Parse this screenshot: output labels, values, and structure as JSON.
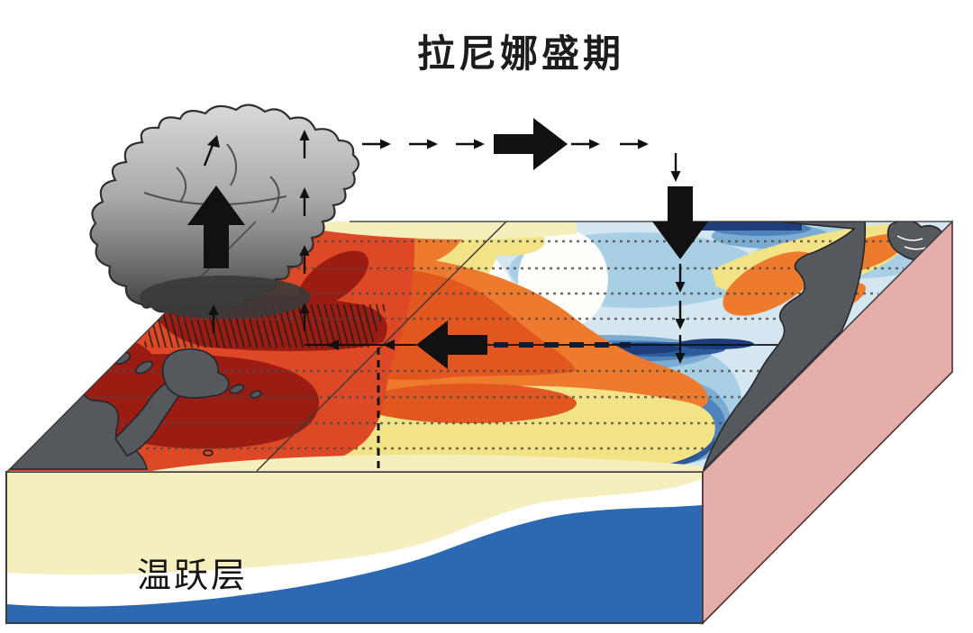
{
  "title": "拉尼娜盛期",
  "labels": {
    "thermocline": "温跃层"
  },
  "icons": {
    "cloud": "cumulonimbus-convection-cloud",
    "updraft": "large-up-arrow",
    "upper_level_flow": "dashed-right-arrow-row",
    "descent": "large-down-arrow",
    "trade_winds": "large-left-arrow",
    "rainfall": "diagonal-hatch-shading"
  },
  "colors": {
    "maroon": "#9b1c12",
    "red": "#dd4826",
    "orange": "#ee7b2d",
    "orange_deep": "#e2571f",
    "yellow": "#f1e386",
    "pale_yellow": "#f5efbe",
    "sea_white": "#fdfdfa",
    "pale_blue": "#d4e6f0",
    "light_blue": "#a9cfe4",
    "mid_blue": "#7cacd2",
    "deep_blue": "#4f83bb",
    "dark_blue": "#2c5c9e",
    "navy": "#1d3e7b",
    "land_gray": "#55585c",
    "cloud_light": "#d9d9d9",
    "cloud_mid": "#a8a8a8",
    "cloud_dark": "#3b3b3b",
    "warm_layer": "#f5efbf",
    "band_white": "#ffffff",
    "cold_layer": "#2c69b2",
    "side_pink": "#e5aeaa",
    "arrow_black": "#111111",
    "line_dark": "#3a3a3a",
    "dot_line": "#4a4a4a"
  }
}
